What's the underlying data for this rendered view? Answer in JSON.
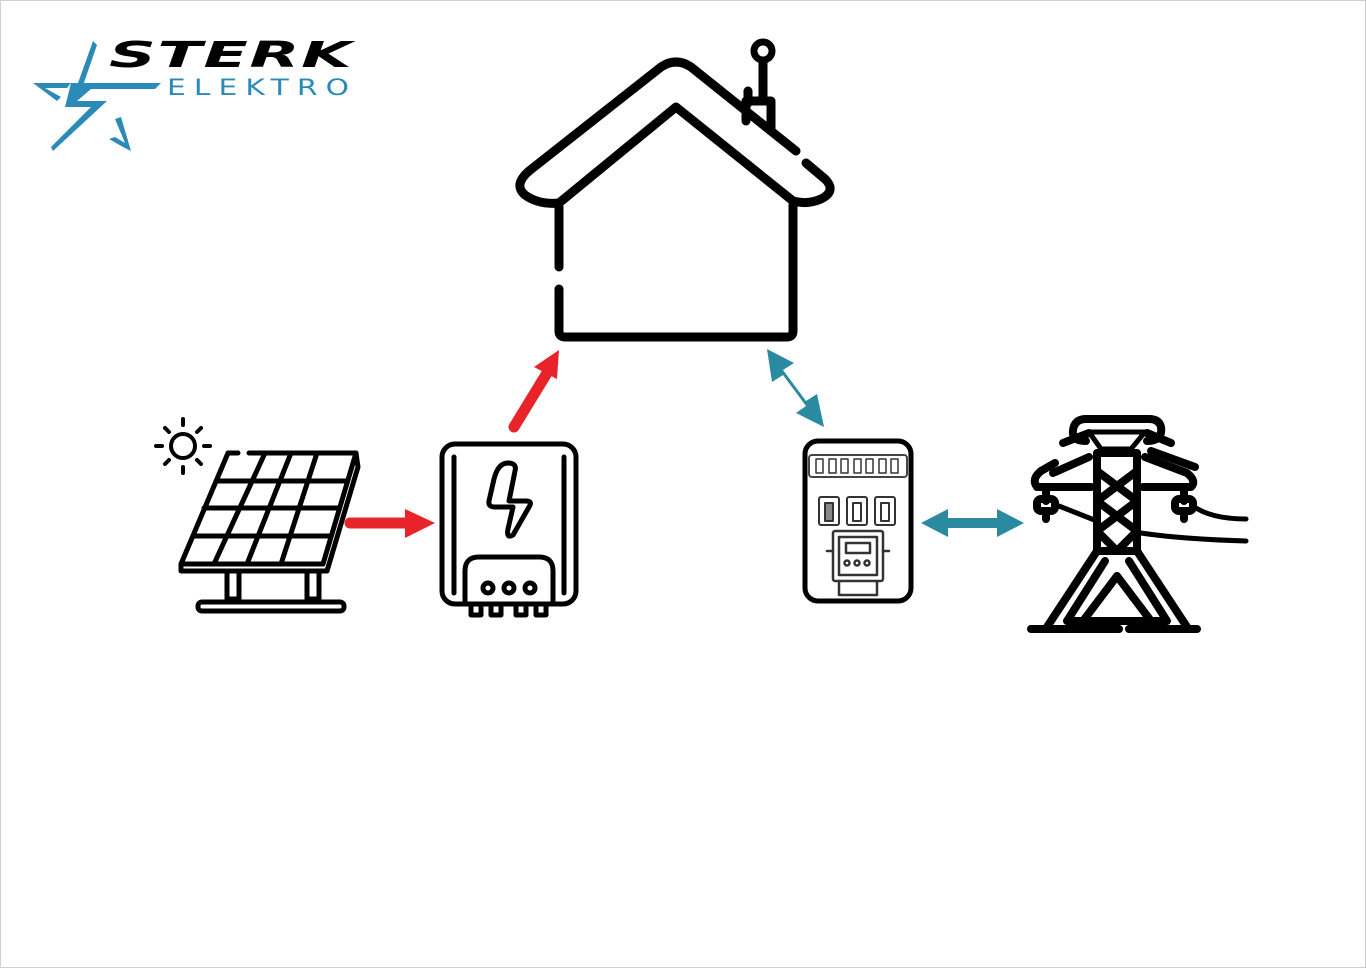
{
  "logo": {
    "line1": "STERK",
    "line2": "ELEKTRO",
    "colors": {
      "primary": "#000000",
      "accent": "#2a8bb8"
    }
  },
  "diagram": {
    "nodes": [
      {
        "id": "house",
        "label": "house-icon"
      },
      {
        "id": "solar-panel",
        "label": "solar-panel-icon"
      },
      {
        "id": "inverter",
        "label": "inverter-icon"
      },
      {
        "id": "meter-cabinet",
        "label": "electric-meter-cabinet-icon"
      },
      {
        "id": "power-pylon",
        "label": "power-grid-pylon-icon"
      }
    ],
    "edges": [
      {
        "from": "solar-panel",
        "to": "inverter",
        "direction": "one-way",
        "color": "#e8232a"
      },
      {
        "from": "inverter",
        "to": "house",
        "direction": "one-way",
        "color": "#e8232a"
      },
      {
        "from": "house",
        "to": "meter-cabinet",
        "direction": "two-way",
        "color": "#2a8aa0"
      },
      {
        "from": "meter-cabinet",
        "to": "power-pylon",
        "direction": "two-way",
        "color": "#2a8aa0"
      }
    ]
  }
}
